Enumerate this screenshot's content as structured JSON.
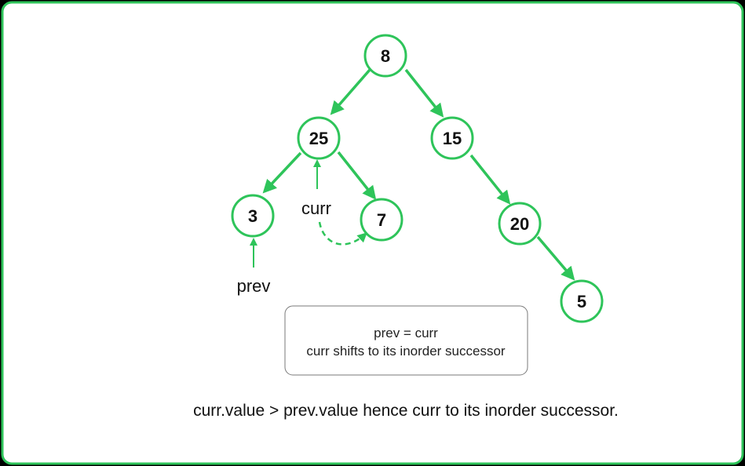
{
  "colors": {
    "accent": "#2ec45a",
    "background": "#ffffff",
    "outer": "#000000",
    "text": "#111111",
    "note_border": "#7a7a7a"
  },
  "tree": {
    "nodes": {
      "n8": "8",
      "n25": "25",
      "n15": "15",
      "n3": "3",
      "n7": "7",
      "n20": "20",
      "n5": "5"
    },
    "edges": [
      [
        "8",
        "25"
      ],
      [
        "8",
        "15"
      ],
      [
        "25",
        "3"
      ],
      [
        "25",
        "7"
      ],
      [
        "15",
        "20"
      ],
      [
        "20",
        "5"
      ]
    ]
  },
  "pointers": {
    "curr_label": "curr",
    "prev_label": "prev",
    "curr_points_to": "25",
    "prev_points_to": "3",
    "curr_moves_to": "7"
  },
  "note": {
    "line1": "prev = curr",
    "line2": "curr shifts to its inorder successor"
  },
  "caption": "curr.value > prev.value hence curr to its inorder successor."
}
